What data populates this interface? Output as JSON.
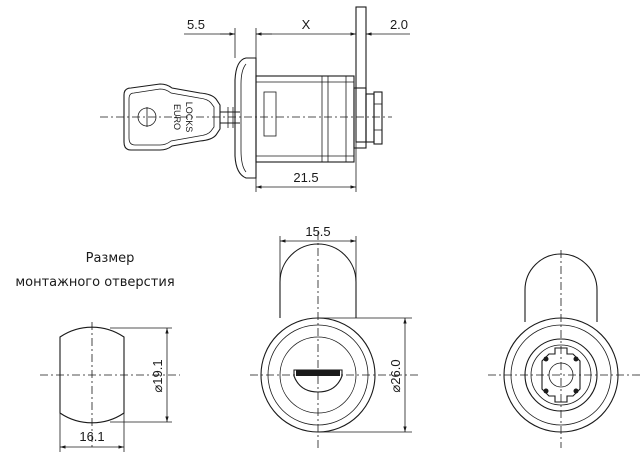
{
  "caption": {
    "line1": "Размер",
    "line2": "монтажного отверстия"
  },
  "key_brand": {
    "line1": "EURO",
    "line2": "LOCKS"
  },
  "dimensions": {
    "flange_thickness": "5.5",
    "panel_thickness": "X",
    "washer": "2.0",
    "body_length": "21.5",
    "cutout_width": "16.1",
    "cutout_diameter": "⌀19.1",
    "body_width": "15.5",
    "flange_diameter": "⌀26.0"
  }
}
